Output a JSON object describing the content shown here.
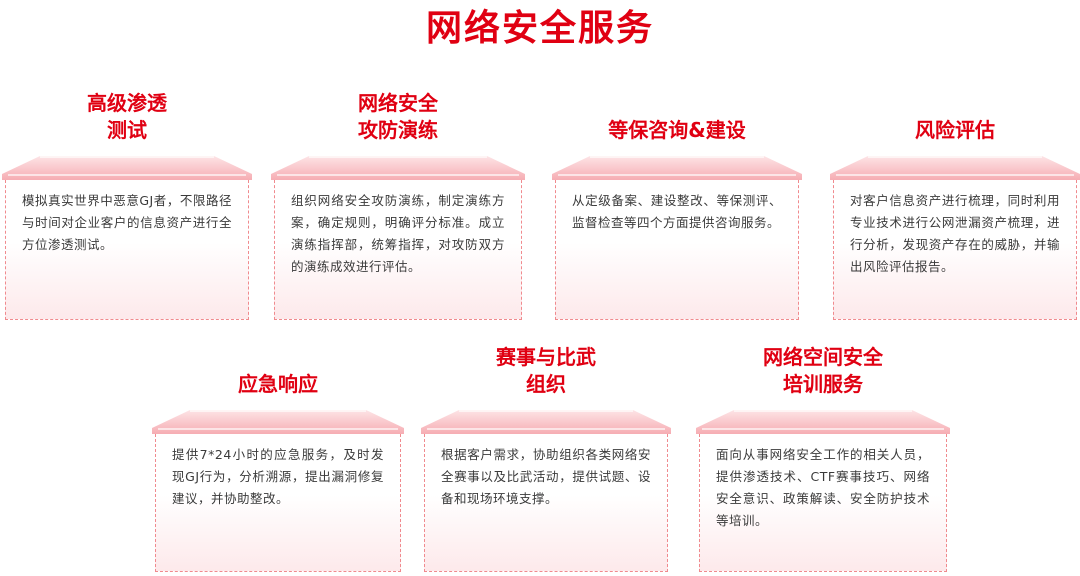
{
  "header": {
    "title": "网络安全服务"
  },
  "services": [
    {
      "title_lines": [
        "高级渗透",
        "测试"
      ],
      "description": "模拟真实世界中恶意GJ者，不限路径与时间对企业客户的信息资产进行全方位渗透测试。"
    },
    {
      "title_lines": [
        "网络安全",
        "攻防演练"
      ],
      "description": "组织网络安全攻防演练，制定演练方案，确定规则，明确评分标准。成立演练指挥部，统筹指挥，对攻防双方的演练成效进行评估。"
    },
    {
      "title_lines": [
        "等保咨询&建设"
      ],
      "description": "从定级备案、建设整改、等保测评、监督检查等四个方面提供咨询服务。"
    },
    {
      "title_lines": [
        "风险评估"
      ],
      "description": "对客户信息资产进行梳理，同时利用专业技术进行公网泄漏资产梳理，进行分析，发现资产存在的威胁，并输出风险评估报告。"
    },
    {
      "title_lines": [
        "应急响应"
      ],
      "description": "提供7*24小时的应急服务，及时发现GJ行为，分析溯源，提出漏洞修复建议，并协助整改。"
    },
    {
      "title_lines": [
        "赛事与比武",
        "组织"
      ],
      "description": "根据客户需求，协助组织各类网络安全赛事以及比武活动，提供试题、设备和现场环境支撑。"
    },
    {
      "title_lines": [
        "网络空间安全",
        "培训服务"
      ],
      "description": "面向从事网络安全工作的相关人员，提供渗透技术、CTF赛事技巧、网络安全意识、政策解读、安全防护技术等培训。"
    }
  ],
  "colors": {
    "accent": "#e00012",
    "cap_fill": "#f7b3b8",
    "cap_light": "#fdd9dc",
    "dash_border": "#f08a8e",
    "box_gradient_end": "#fde9eb",
    "body_text": "#3a3a3a"
  }
}
